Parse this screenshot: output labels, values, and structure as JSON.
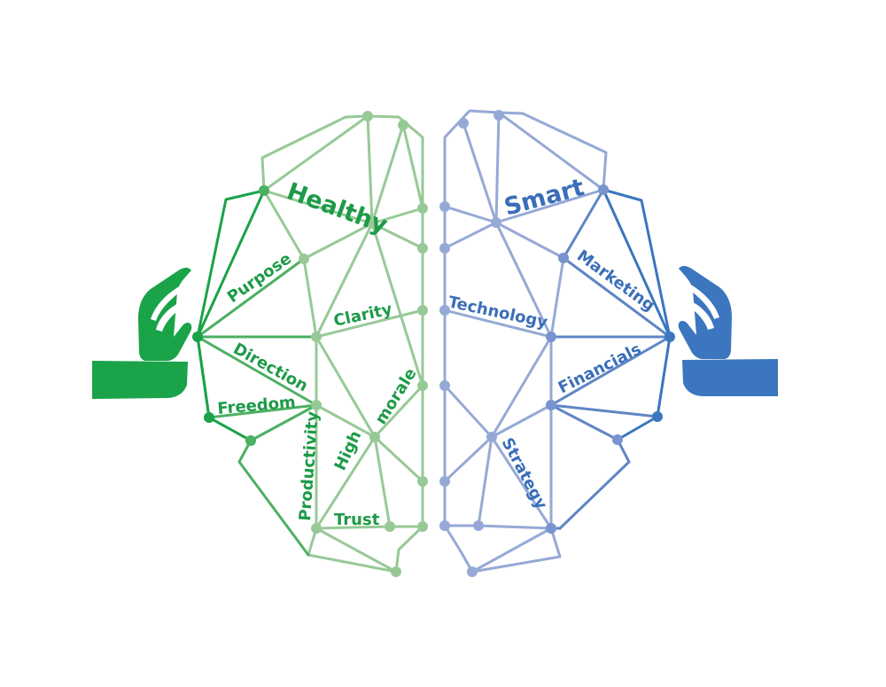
{
  "colors": {
    "green_dark": "#1aa349",
    "green_mid": "#4cb062",
    "green_light": "#97c997",
    "green_text": "#1d9a48",
    "blue_dark": "#3b76bf",
    "blue_mid": "#5f86c6",
    "blue_light": "#96a9d6",
    "blue_text": "#3a6eb8"
  },
  "icons": {
    "left_hand": "green-hand-icon",
    "right_hand": "blue-hand-icon"
  },
  "left": {
    "title": "Healthy",
    "labels": {
      "purpose": "Purpose",
      "clarity": "Clarity",
      "direction": "Direction",
      "freedom": "Freedom",
      "productivity": "Productivity",
      "high": "High",
      "morale": "morale",
      "trust": "Trust"
    }
  },
  "right": {
    "title": "Smart",
    "labels": {
      "marketing": "Marketing",
      "technology": "Technology",
      "financials": "Financials",
      "strategy": "Strategy"
    }
  }
}
